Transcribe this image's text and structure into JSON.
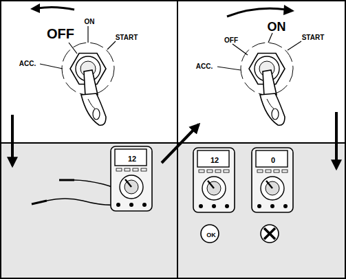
{
  "diagram": {
    "nodes": [
      {
        "text": [
          "OFF",
          "ON",
          "START",
          "ACC."
        ]
      },
      {
        "text": [
          "OFF",
          "ON",
          "START",
          "ACC."
        ]
      },
      {
        "text": [
          "12"
        ]
      },
      {
        "text": [
          "12",
          "0",
          "OK"
        ]
      }
    ],
    "edges": [
      {
        "from": 0,
        "to": 2,
        "arrow": "to"
      },
      {
        "from": 2,
        "to": 1,
        "arrow": "to"
      },
      {
        "from": 1,
        "to": 3,
        "arrow": "to"
      }
    ]
  }
}
